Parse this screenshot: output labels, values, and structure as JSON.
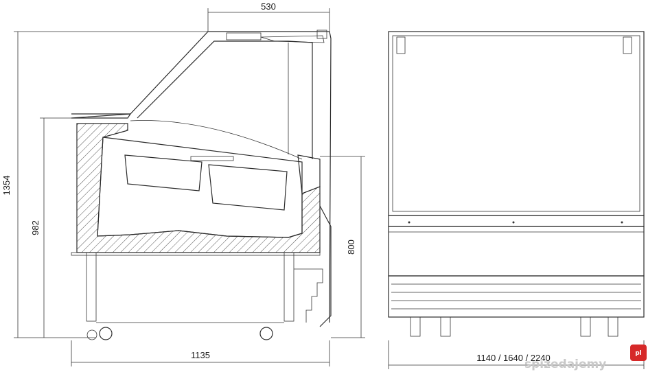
{
  "drawing": {
    "dimensions": {
      "top_depth": "530",
      "total_height": "1354",
      "counter_height": "982",
      "rear_height": "800",
      "depth": "1135",
      "lengths": "1140 / 1640 / 2240"
    },
    "watermark": {
      "text": "spizedajemy",
      "badge": "pl"
    }
  }
}
